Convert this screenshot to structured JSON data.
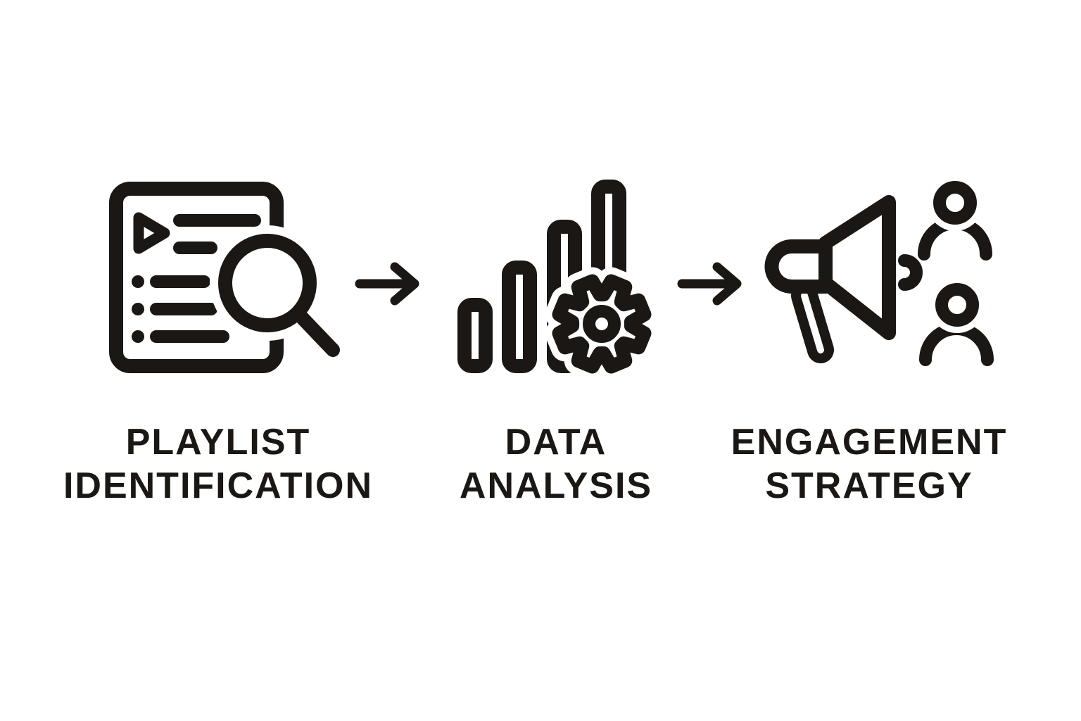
{
  "diagram": {
    "background_color": "#ffffff",
    "line_color": "#1a1714",
    "arrow_glyph": "→",
    "steps": [
      {
        "id": "playlist-identification",
        "icon": "playlist-search-icon",
        "label_line1": "PLAYLIST",
        "label_line2": "IDENTIFICATION"
      },
      {
        "id": "data-analysis",
        "icon": "bar-chart-gear-icon",
        "label_line1": "DATA",
        "label_line2": "ANALYSIS"
      },
      {
        "id": "engagement-strategy",
        "icon": "megaphone-audience-icon",
        "label_line1": "ENGAGEMENT",
        "label_line2": "STRATEGY"
      }
    ]
  }
}
